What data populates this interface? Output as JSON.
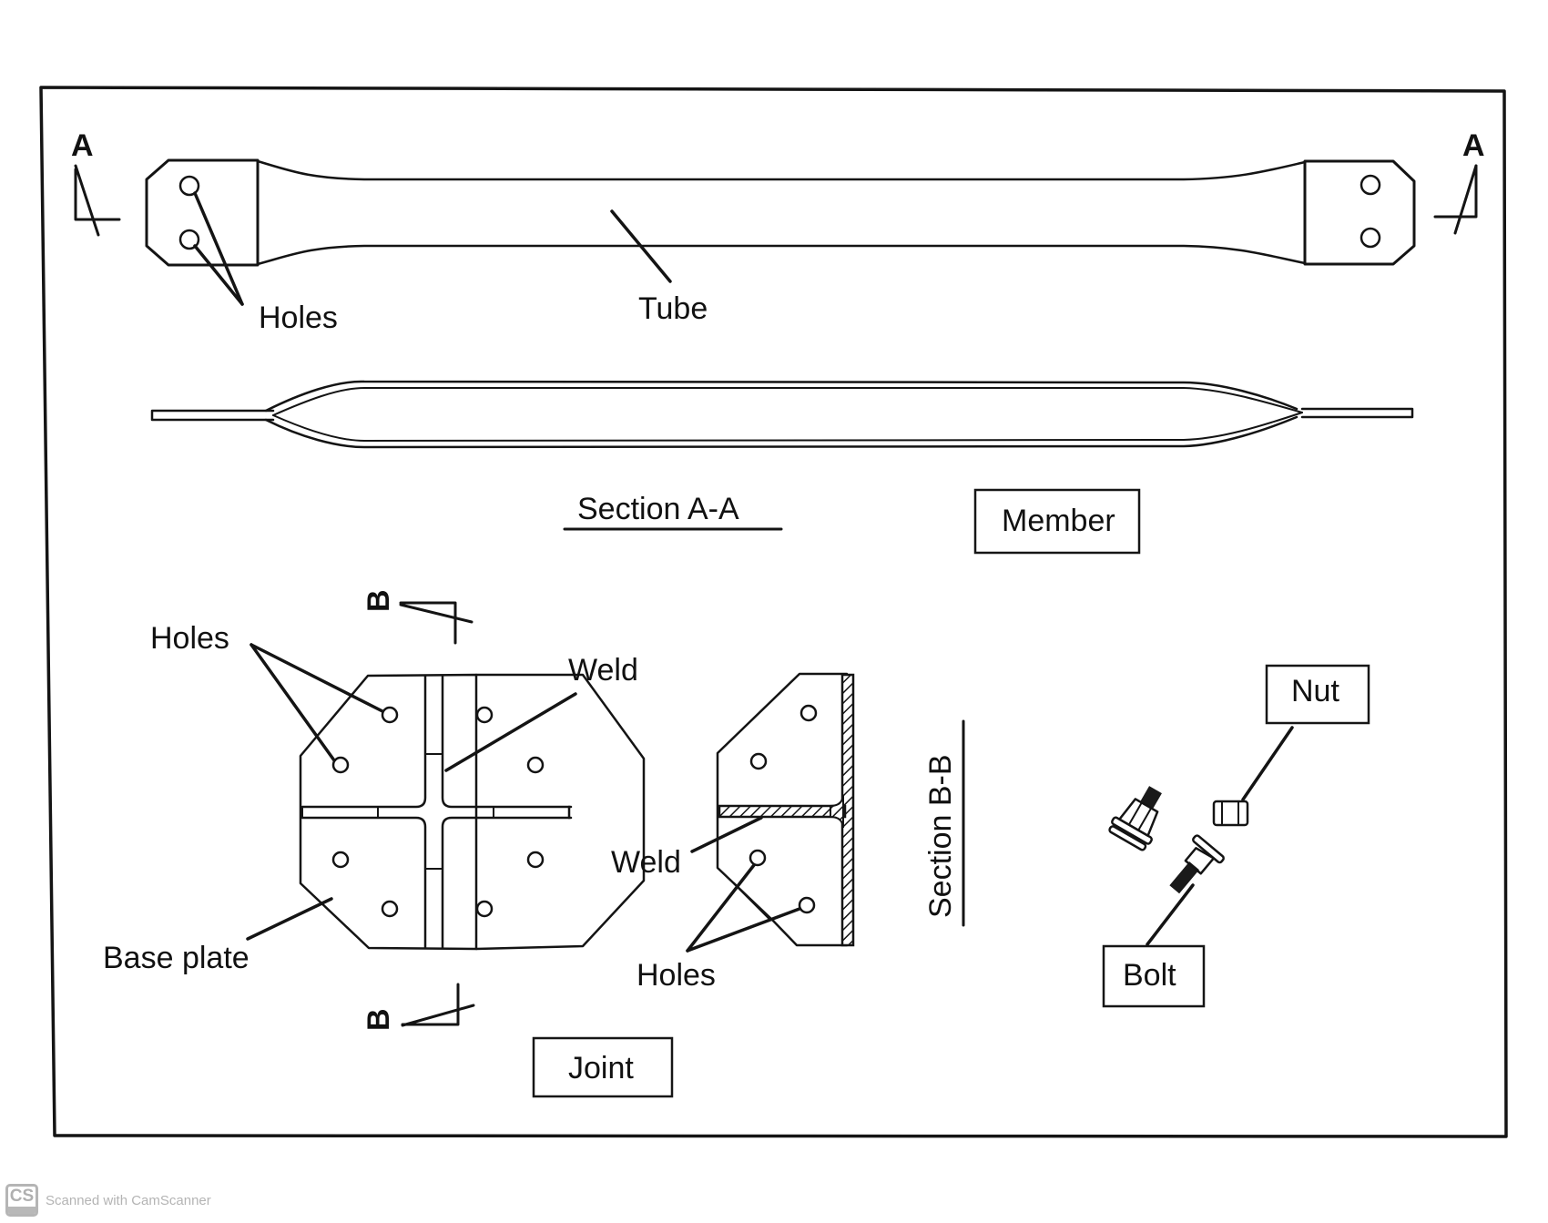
{
  "figure": {
    "member_view": {
      "section_marker_left": "A",
      "section_marker_right": "A",
      "labels": {
        "holes": "Holes",
        "tube": "Tube"
      },
      "section_title": "Section A-A",
      "caption_box": "Member"
    },
    "joint_view": {
      "section_marker_top": "B",
      "section_marker_bottom": "B",
      "labels": {
        "holes": "Holes",
        "weld": "Weld",
        "base_plate": "Base plate"
      },
      "caption_box": "Joint"
    },
    "section_bb_view": {
      "labels": {
        "weld": "Weld",
        "holes": "Holes"
      },
      "section_title": "Section B-B"
    },
    "fasteners_view": {
      "nut_box": "Nut",
      "bolt_box": "Bolt"
    }
  },
  "footer": {
    "logo_text": "CS",
    "watermark": "Scanned with CamScanner"
  }
}
